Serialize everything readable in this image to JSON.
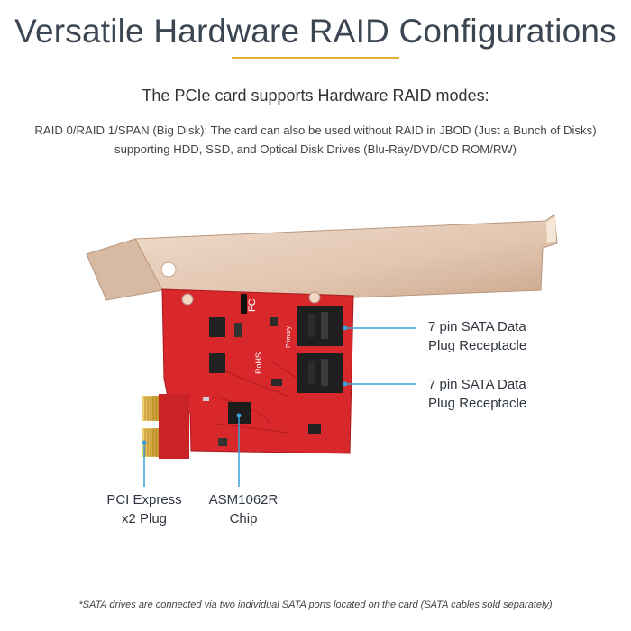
{
  "title": "Versatile Hardware RAID Configurations",
  "subtitle": "The PCIe card supports Hardware RAID modes:",
  "description": {
    "line1": "RAID 0/RAID 1/SPAN (Big Disk); The card can also be used without RAID in JBOD (Just a Bunch of Disks)",
    "line2": "supporting HDD, SSD, and Optical Disk Drives (Blu-Ray/DVD/CD ROM/RW)"
  },
  "callouts": {
    "sata_top": {
      "line1": "7 pin SATA Data",
      "line2": "Plug Receptacle"
    },
    "sata_bottom": {
      "line1": "7 pin SATA Data",
      "line2": "Plug Receptacle"
    },
    "pcie": {
      "line1": "PCI Express",
      "line2": "x2 Plug"
    },
    "chip": {
      "line1": "ASM1062R",
      "line2": "Chip"
    }
  },
  "pcb_markings": {
    "fc": "FC",
    "rohs": "RoHS",
    "primary": "Primary"
  },
  "footnote": "*SATA drives are connected via two individual SATA ports located on the card (SATA cables sold separately)",
  "colors": {
    "accent_rule": "#e3b437",
    "callout_line": "#3aa0d8",
    "pcb": "#d8282b",
    "bracket": "#e6cdb9",
    "gold_contacts": "#e0b84a"
  }
}
